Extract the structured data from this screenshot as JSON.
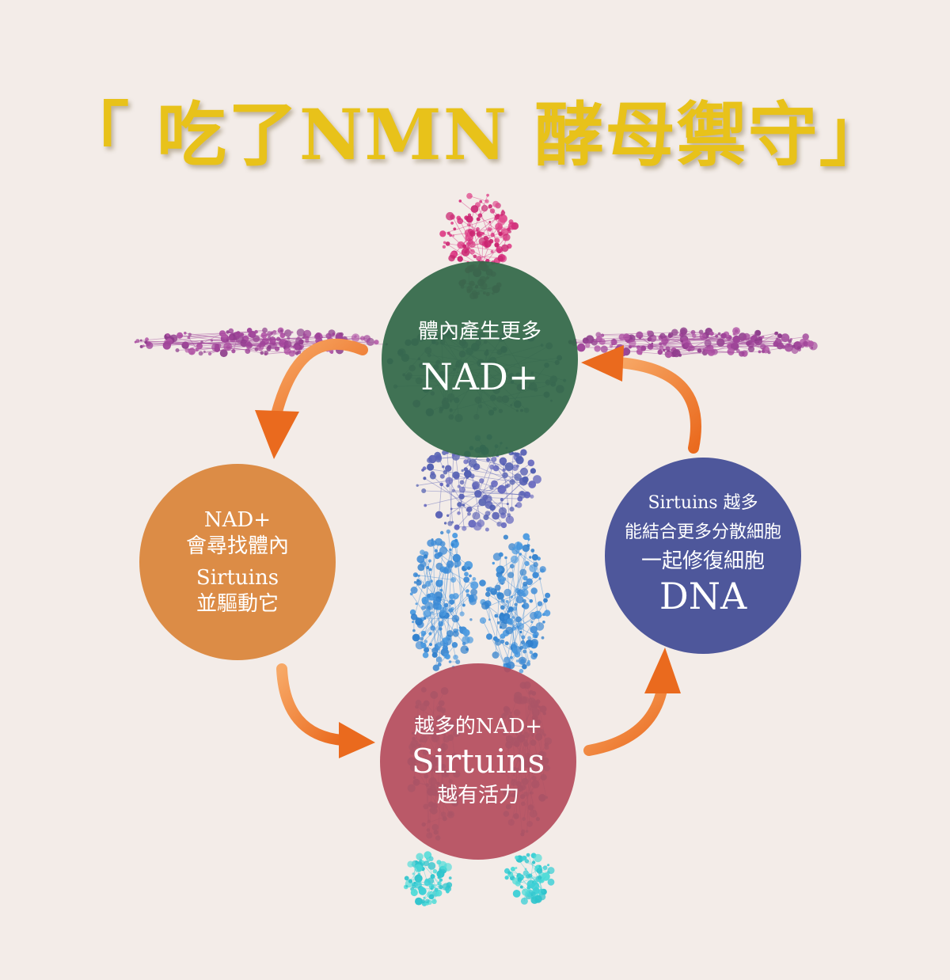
{
  "title": "「 吃了NMN 酵母禦守」",
  "colors": {
    "background": "#f3ece8",
    "title": "#e8c21a",
    "node_top": "#316848",
    "node_left": "#db8840",
    "node_right": "#485298",
    "node_bottom": "#b54e5e",
    "arrow": "#f07a2a"
  },
  "nodes": {
    "top": {
      "line1": "體內產生更多",
      "line2": "NAD+"
    },
    "left": {
      "line1": "NAD+",
      "line2": "會尋找體內",
      "line3": "Sirtuins",
      "line4": "並驅動它"
    },
    "bottom": {
      "line1": "越多的NAD+",
      "line2": "Sirtuins",
      "line3": "越有活力"
    },
    "right": {
      "line1": "Sirtuins 越多",
      "line2": "能結合更多分散細胞",
      "line3": "一起修復細胞",
      "line4": "DNA"
    }
  },
  "icons": {
    "figure": "human-figure-dots",
    "arrows": "curved-arrow"
  }
}
